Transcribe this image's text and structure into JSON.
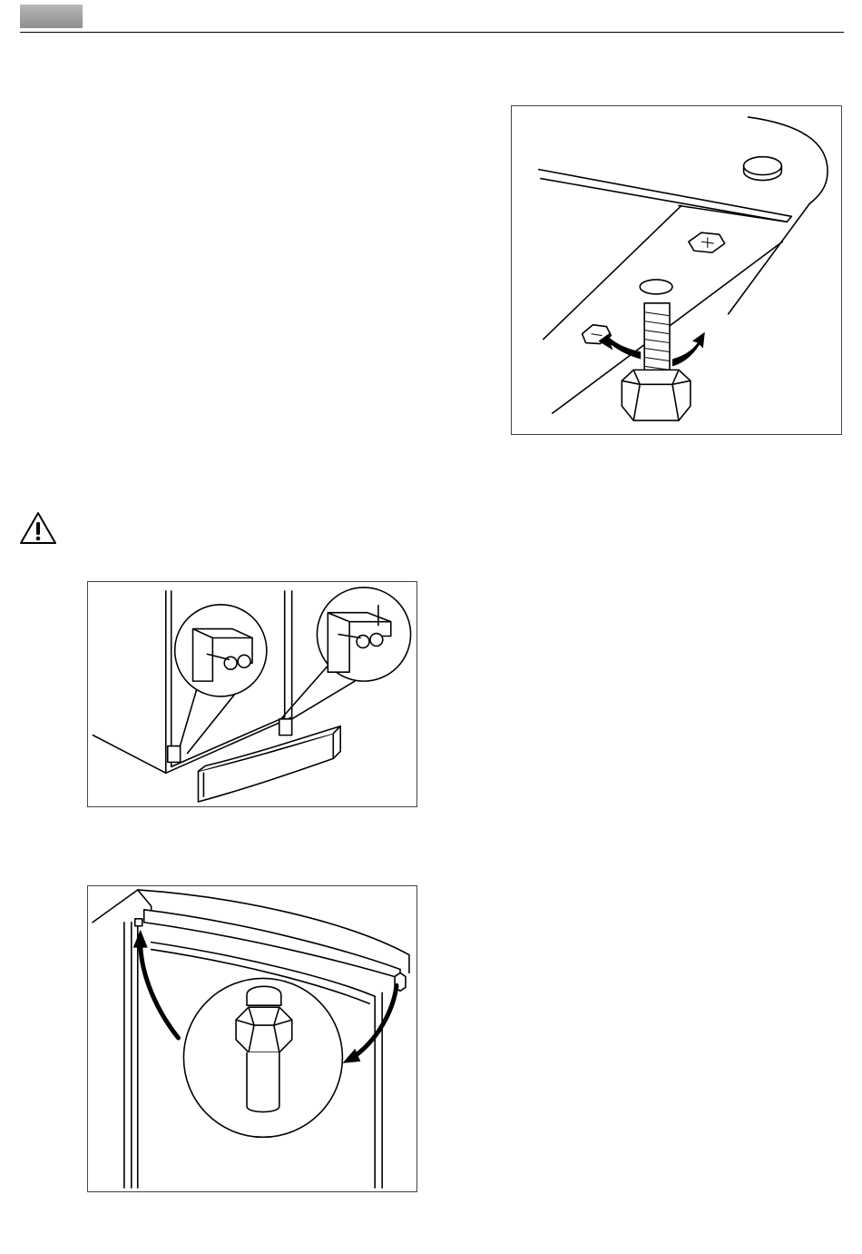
{
  "header": {
    "tab_color": "#9a9a9a",
    "rule_color": "#000000"
  },
  "warning": {
    "icon": "warning-triangle-icon"
  },
  "figures": [
    {
      "id": "leveling-foot",
      "icon": "adjustable-foot-illustration"
    },
    {
      "id": "plinth-mounting",
      "icon": "plinth-bracket-illustration"
    },
    {
      "id": "door-hinge-pin",
      "icon": "hinge-pin-illustration"
    }
  ]
}
